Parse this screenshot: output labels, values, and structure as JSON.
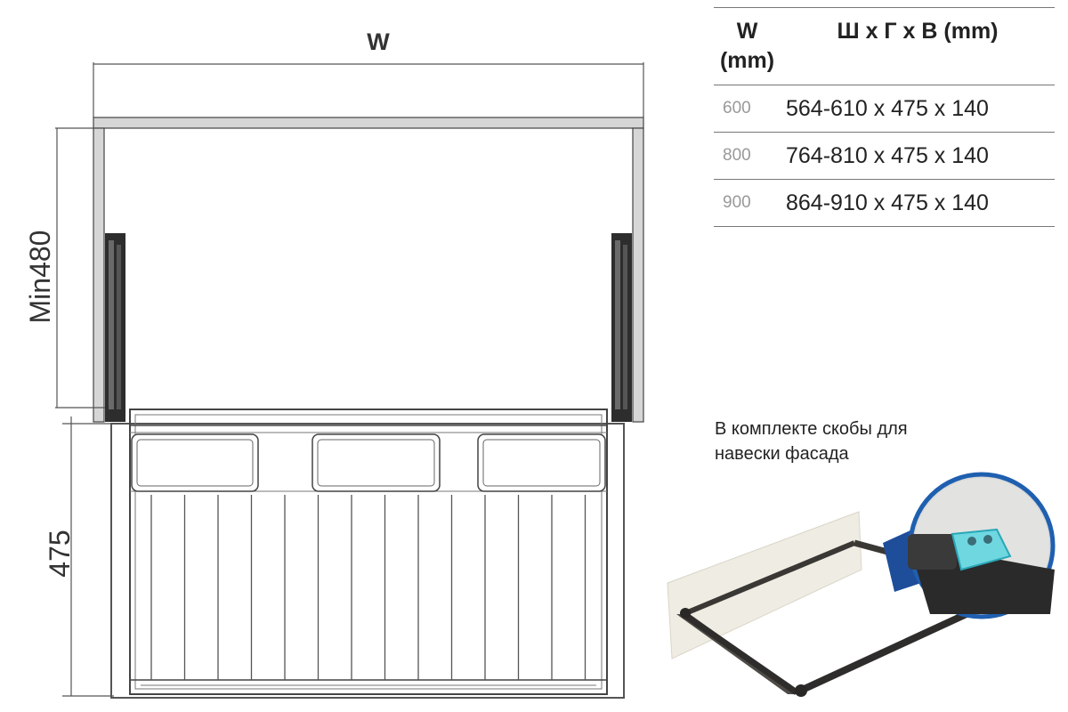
{
  "drawing": {
    "width_label": "W",
    "height_label": "Min480",
    "depth_label": "475"
  },
  "table": {
    "header_w_line1": "W",
    "header_w_line2": "(mm)",
    "header_dims": "Ш х Г х В (mm)",
    "rows": [
      {
        "w": "600",
        "dims": "564-610 x 475 x 140"
      },
      {
        "w": "800",
        "dims": "764-810 x 475 x 140"
      },
      {
        "w": "900",
        "dims": "864-910 x 475 x 140"
      }
    ]
  },
  "note": {
    "line1": "В комплекте скобы для",
    "line2": "навески фасада"
  }
}
